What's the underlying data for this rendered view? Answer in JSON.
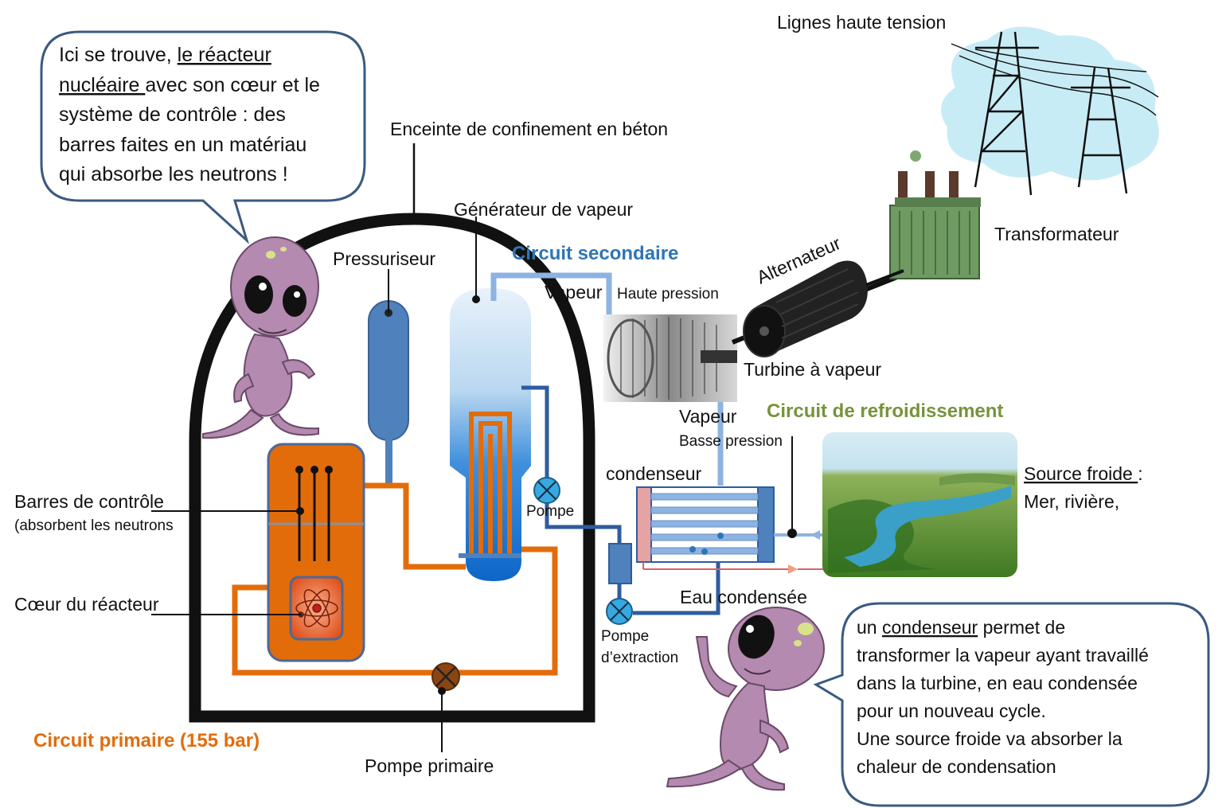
{
  "bubble_top": {
    "line1_plain": "Ici se trouve, ",
    "line1_underlined": "le réacteur",
    "line2_underlined": "nucléaire ",
    "line2_plain": "avec son cœur et le",
    "line3": "système de contrôle : des",
    "line4": "barres faites en un matériau",
    "line5": "qui absorbe les neutrons !"
  },
  "bubble_bottom": {
    "line1_plain_a": "un ",
    "line1_underlined": "condenseur",
    "line1_plain_b": " permet de",
    "line2": "transformer la vapeur ayant travaillé",
    "line3": "dans la turbine, en eau condensée",
    "line4": "pour un nouveau cycle.",
    "line5": "Une source froide va absorber la",
    "line6": "chaleur de condensation"
  },
  "labels": {
    "power_lines": "Lignes haute tension",
    "containment": "Enceinte de confinement en béton",
    "steam_generator": "Générateur de vapeur",
    "pressurizer": "Pressuriseur",
    "secondary_circuit": "Circuit secondaire",
    "steam": "Vapeur",
    "high_pressure": "Haute pression",
    "alternator": "Alternateur",
    "transformer": "Transformateur",
    "turbine": "Turbine à vapeur",
    "steam_low": "Vapeur",
    "low_pressure": "Basse pression",
    "cooling_circuit": "Circuit de refroidissement",
    "condenser": "condenseur",
    "cold_source_title": "Source froide ",
    "cold_source_colon": ":",
    "cold_source_examples": "Mer, rivière,",
    "control_rods": "Barres de contrôle",
    "control_rods_note": "(absorbent les neutrons",
    "pump": "Pompe",
    "reactor_core": "Cœur du réacteur",
    "condensed_water": "Eau condensée",
    "extraction_pump_1": "Pompe",
    "extraction_pump_2": "d’extraction",
    "primary_circuit": "Circuit primaire (155 bar)",
    "primary_pump": "Pompe primaire"
  },
  "colors": {
    "primary_circuit": "#E36C0A",
    "secondary_circuit": "#8DB3E2",
    "secondary_dark": "#2E5C9E",
    "secondary_label": "#2E75B6",
    "cooling_label": "#77933C",
    "containment": "#111111",
    "bubble_border": "#3A5A80",
    "alien": "#B48AB0"
  },
  "icons": {
    "reactor_core": "atom-icon",
    "pumps": "pump-cross-icon"
  }
}
